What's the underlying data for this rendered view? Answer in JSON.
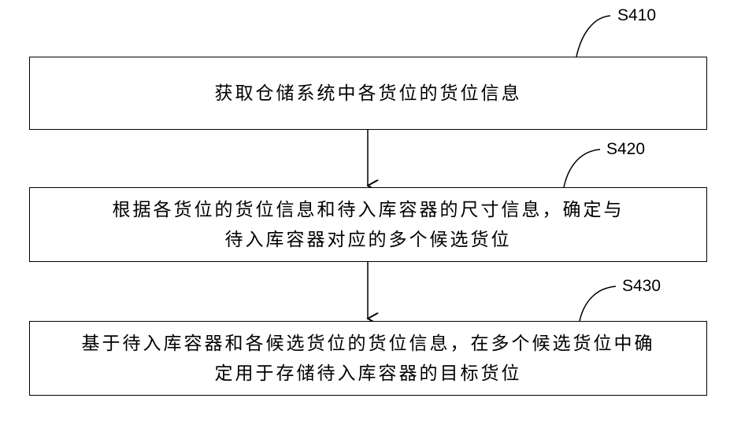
{
  "steps": [
    {
      "label": "S410",
      "lines": [
        "获取仓储系统中各货位的货位信息"
      ]
    },
    {
      "label": "S420",
      "lines": [
        "根据各货位的货位信息和待入库容器的尺寸信息，确定与",
        "待入库容器对应的多个候选货位"
      ]
    },
    {
      "label": "S430",
      "lines": [
        "基于待入库容器和各候选货位的货位信息，在多个候选货位中确",
        "定用于存储待入库容器的目标货位"
      ]
    }
  ]
}
